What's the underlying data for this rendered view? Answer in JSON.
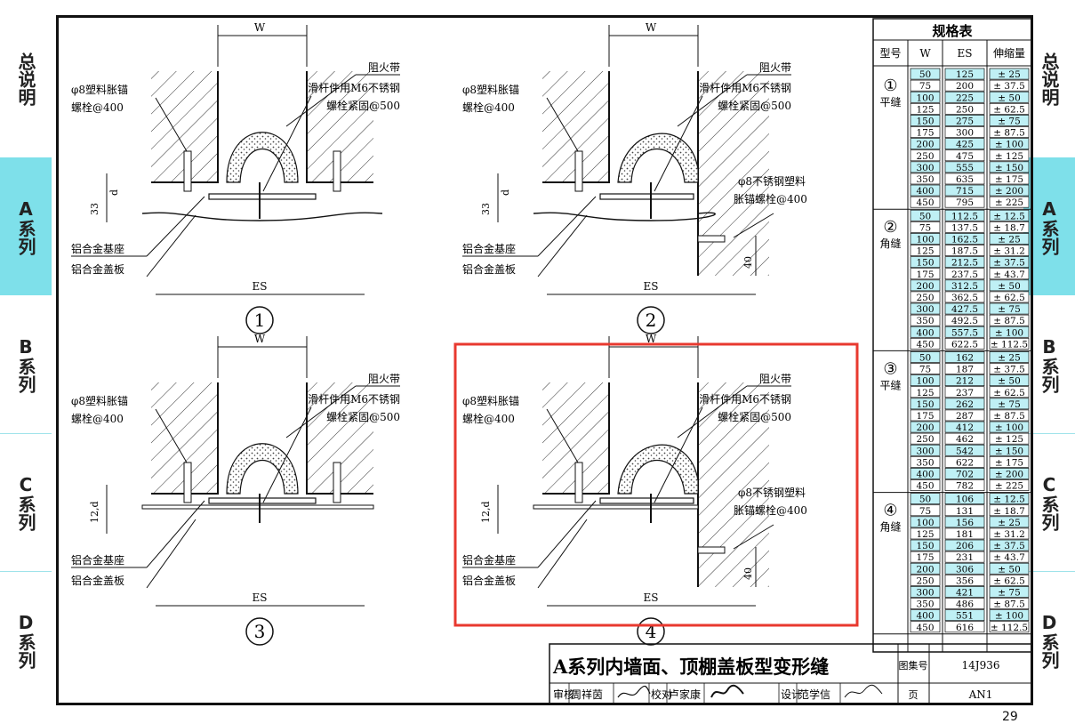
{
  "sidebar_left": [
    "总说明",
    "A系列",
    "B系列",
    "C系列",
    "D系列"
  ],
  "sidebar_right": [
    "总说明",
    "A系列",
    "B系列",
    "C系列",
    "D系列"
  ],
  "spec_table": {
    "title": "规格表",
    "headers": [
      "型号",
      "W",
      "ES",
      "伸缩量"
    ],
    "groups": [
      {
        "num": "①",
        "name": "平缝",
        "rows": [
          [
            "50",
            "125",
            "± 25"
          ],
          [
            "75",
            "200",
            "± 37.5"
          ],
          [
            "100",
            "225",
            "± 50"
          ],
          [
            "125",
            "250",
            "± 62.5"
          ],
          [
            "150",
            "275",
            "± 75"
          ],
          [
            "175",
            "300",
            "± 87.5"
          ],
          [
            "200",
            "425",
            "± 100"
          ],
          [
            "250",
            "475",
            "± 125"
          ],
          [
            "300",
            "555",
            "± 150"
          ],
          [
            "350",
            "635",
            "± 175"
          ],
          [
            "400",
            "715",
            "± 200"
          ],
          [
            "450",
            "795",
            "± 225"
          ]
        ]
      },
      {
        "num": "②",
        "name": "角缝",
        "rows": [
          [
            "50",
            "112.5",
            "± 12.5"
          ],
          [
            "75",
            "137.5",
            "± 18.7"
          ],
          [
            "100",
            "162.5",
            "± 25"
          ],
          [
            "125",
            "187.5",
            "± 31.2"
          ],
          [
            "150",
            "212.5",
            "± 37.5"
          ],
          [
            "175",
            "237.5",
            "± 43.7"
          ],
          [
            "200",
            "312.5",
            "± 50"
          ],
          [
            "250",
            "362.5",
            "± 62.5"
          ],
          [
            "300",
            "427.5",
            "± 75"
          ],
          [
            "350",
            "492.5",
            "± 87.5"
          ],
          [
            "400",
            "557.5",
            "± 100"
          ],
          [
            "450",
            "622.5",
            "± 112.5"
          ]
        ]
      },
      {
        "num": "③",
        "name": "平缝",
        "rows": [
          [
            "50",
            "162",
            "± 25"
          ],
          [
            "75",
            "187",
            "± 37.5"
          ],
          [
            "100",
            "212",
            "± 50"
          ],
          [
            "125",
            "237",
            "± 62.5"
          ],
          [
            "150",
            "262",
            "± 75"
          ],
          [
            "175",
            "287",
            "± 87.5"
          ],
          [
            "200",
            "412",
            "± 100"
          ],
          [
            "250",
            "462",
            "± 125"
          ],
          [
            "300",
            "542",
            "± 150"
          ],
          [
            "350",
            "622",
            "± 175"
          ],
          [
            "400",
            "702",
            "± 200"
          ],
          [
            "450",
            "782",
            "± 225"
          ]
        ]
      },
      {
        "num": "④",
        "name": "角缝",
        "rows": [
          [
            "50",
            "106",
            "± 12.5"
          ],
          [
            "75",
            "131",
            "± 18.7"
          ],
          [
            "100",
            "156",
            "± 25"
          ],
          [
            "125",
            "181",
            "± 31.2"
          ],
          [
            "150",
            "206",
            "± 37.5"
          ],
          [
            "175",
            "231",
            "± 43.7"
          ],
          [
            "200",
            "306",
            "± 50"
          ],
          [
            "250",
            "356",
            "± 62.5"
          ],
          [
            "300",
            "421",
            "± 75"
          ],
          [
            "350",
            "486",
            "± 87.5"
          ],
          [
            "400",
            "551",
            "± 100"
          ],
          [
            "450",
            "616",
            "± 112.5"
          ]
        ]
      }
    ]
  },
  "labels": {
    "W": "W",
    "ES": "ES",
    "d": "d",
    "dim33": "33",
    "dim12d": "12,d",
    "dim40": "40",
    "fire_belt": "阻火带",
    "anchor_a": "φ8塑料胀锚",
    "anchor_b": "螺栓@400",
    "slide_a": "滑杆件用M6不锈钢",
    "slide_b": "螺栓紧固@500",
    "ss_a": "φ8不锈钢塑料",
    "ss_b": "胀锚螺栓@400",
    "base": "铝合金基座",
    "cover": "铝合金盖板",
    "n1": "1",
    "n2": "2",
    "n3": "3",
    "n4": "4"
  },
  "title_block": {
    "title": "A系列内墙面、顶棚盖板型变形缝",
    "atlas_label": "图集号",
    "atlas_no": "14J936",
    "page_label": "页",
    "page_no": "AN1",
    "review_label": "审核",
    "reviewer": "周祥茵",
    "check_label": "校对",
    "checker": "卢家康",
    "design_label": "设计",
    "designer": "范学信"
  },
  "page_number": "29",
  "colors": {
    "cyan": "#7ee0ea",
    "cell": "#bff0f5",
    "highlight": "#e8392f",
    "ink": "#111111"
  }
}
